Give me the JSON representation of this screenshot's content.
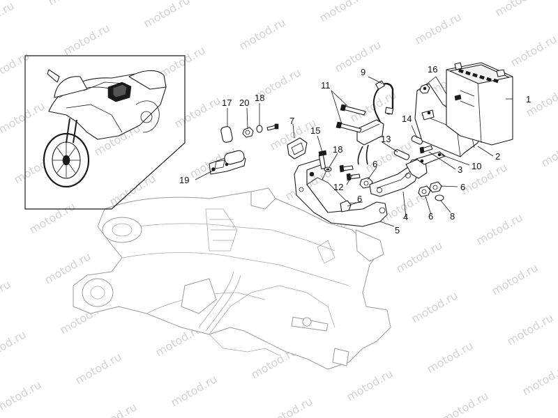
{
  "watermark": "motod.ru",
  "callouts": [
    "1",
    "2",
    "3",
    "4",
    "5",
    "6",
    "6",
    "6",
    "6",
    "7",
    "8",
    "9",
    "10",
    "11",
    "12",
    "13",
    "14",
    "15",
    "16",
    "17",
    "18",
    "18",
    "19",
    "20"
  ]
}
